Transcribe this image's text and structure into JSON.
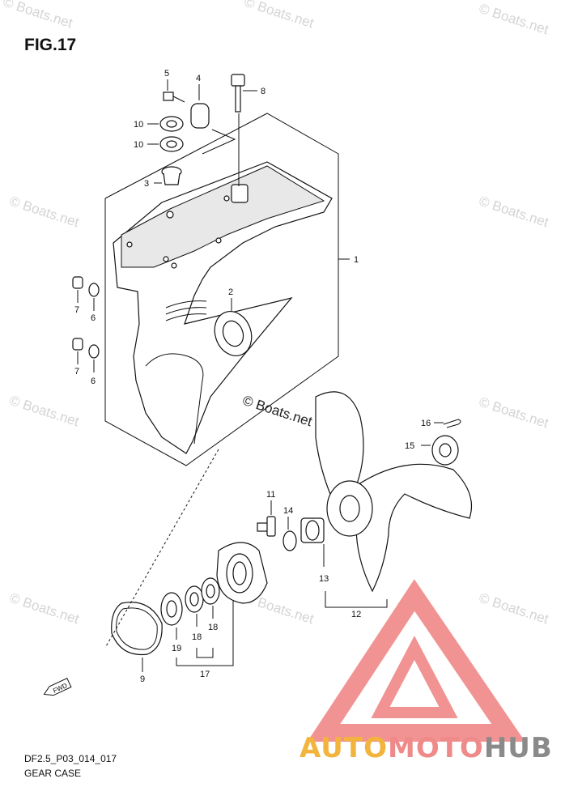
{
  "figure": {
    "title": "FIG.17",
    "code": "DF2.5_P03_014_017",
    "name": "GEAR CASE",
    "center_watermark": "© Boats.net"
  },
  "watermark_text": "© Boats.net",
  "labels": {
    "l1": "1",
    "l2": "2",
    "l3": "3",
    "l4": "4",
    "l5": "5",
    "l6a": "6",
    "l6b": "6",
    "l7a": "7",
    "l7b": "7",
    "l8": "8",
    "l9": "9",
    "l10a": "10",
    "l10b": "10",
    "l11": "11",
    "l12": "12",
    "l13": "13",
    "l14": "14",
    "l15": "15",
    "l16": "16",
    "l17": "17",
    "l18a": "18",
    "l18b": "18",
    "l19": "19"
  },
  "fwd_label": "FWD",
  "logo": {
    "part_a": "AUTO",
    "part_b": "MOTO",
    "part_c": "HUB",
    "colors": {
      "auto": "#f2b43c",
      "moto": "#ef8a8a",
      "hub": "#8a8a8a",
      "triangle": "#f08080"
    }
  }
}
